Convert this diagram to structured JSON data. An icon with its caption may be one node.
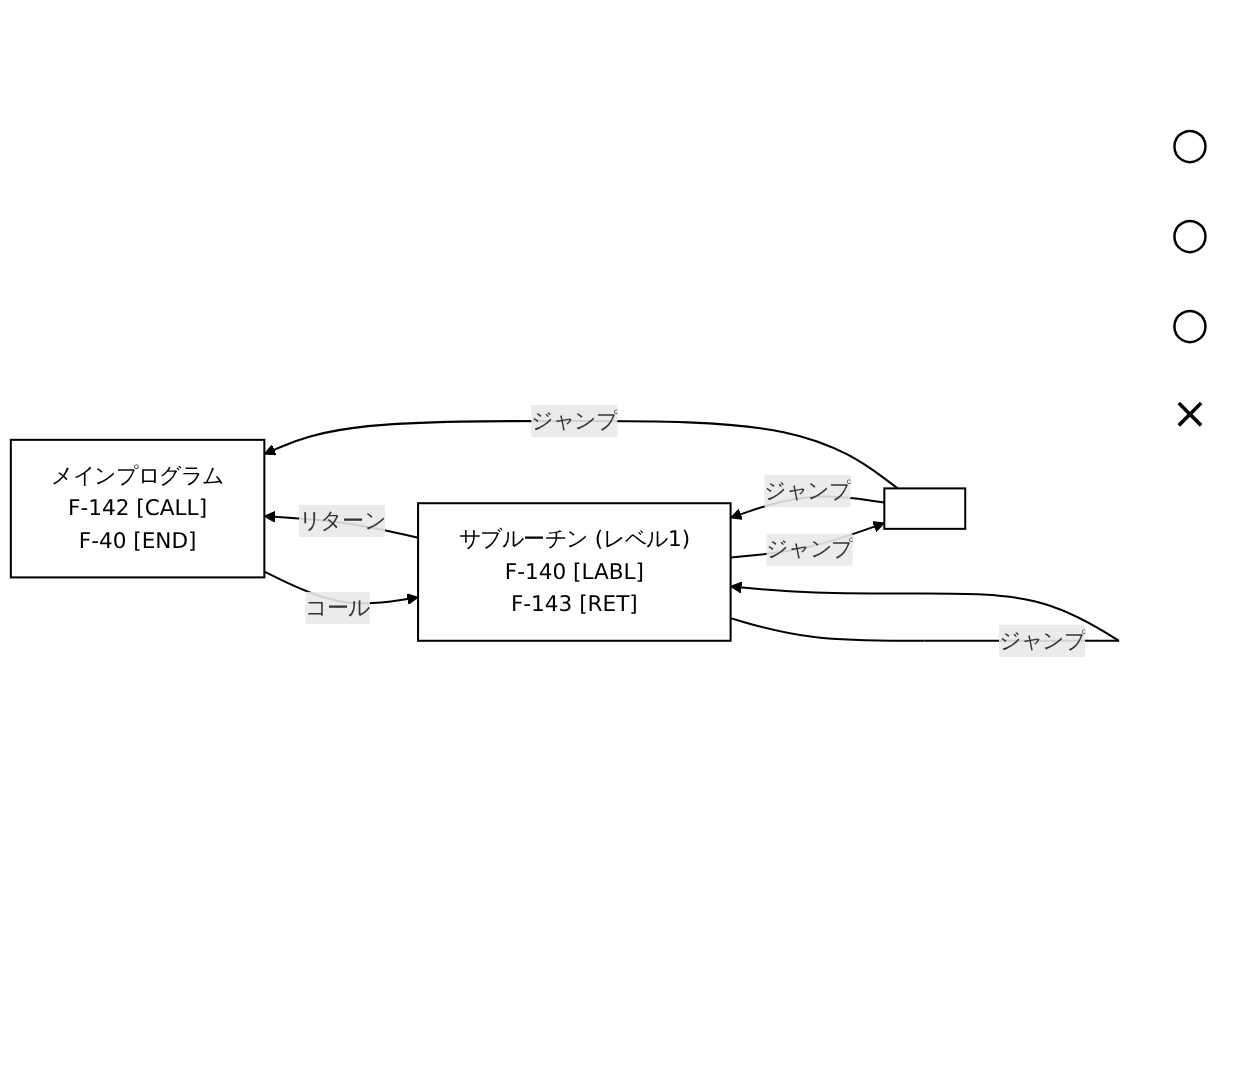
{
  "diagram": {
    "nodes": [
      {
        "text": [
          "メインプログラム",
          "F-142 [CALL]",
          "F-40 [END]"
        ]
      },
      {
        "text": [
          "サブルーチン (レベル1)",
          "F-140 [LABL]",
          "F-143 [RET]"
        ]
      },
      {
        "text": [],
        "shape": "box"
      }
    ],
    "edges": [
      {
        "from": 0,
        "to": 1,
        "label": "コール",
        "arrow": "to"
      },
      {
        "from": 1,
        "to": 0,
        "label": "リターン",
        "arrow": "to"
      },
      {
        "from": 1,
        "to": 1,
        "label": "ジャンプ",
        "arrow": "to"
      },
      {
        "from": 1,
        "to": 2,
        "label": "ジャンプ",
        "arrow": "to"
      },
      {
        "from": 2,
        "to": 1,
        "label": "ジャンプ",
        "arrow": "to"
      },
      {
        "from": 2,
        "to": 0,
        "label": "ジャンプ",
        "arrow": "to"
      }
    ],
    "labels": [
      "○",
      "○",
      "○",
      "×"
    ]
  }
}
